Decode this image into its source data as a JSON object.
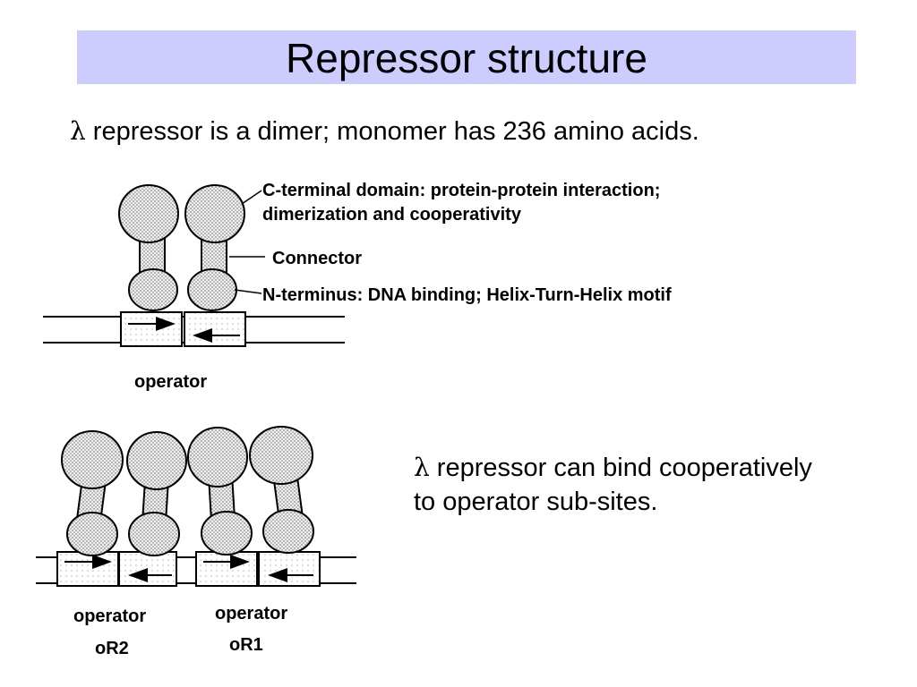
{
  "title": "Repressor structure",
  "bullets": [
    {
      "symbol": "λ",
      "text": " repressor is a dimer; monomer has 236 amino acids."
    },
    {
      "symbol": "λ",
      "line1": " repressor can bind cooperatively",
      "line2": "to operator sub-sites."
    }
  ],
  "diagram": {
    "c_terminal_line1": "C-terminal domain:  protein-protein interaction;",
    "c_terminal_line2": "dimerization and cooperativity",
    "connector": "Connector",
    "n_terminus": "N-terminus:  DNA binding; Helix-Turn-Helix motif",
    "operator_top": "operator",
    "operator_left": "operator",
    "site_left": "oR2",
    "operator_right": "operator",
    "site_right": "oR1"
  },
  "colors": {
    "title_bg": "#ccccff",
    "domain_fill": "#dcdcdc",
    "line": "#000000"
  }
}
